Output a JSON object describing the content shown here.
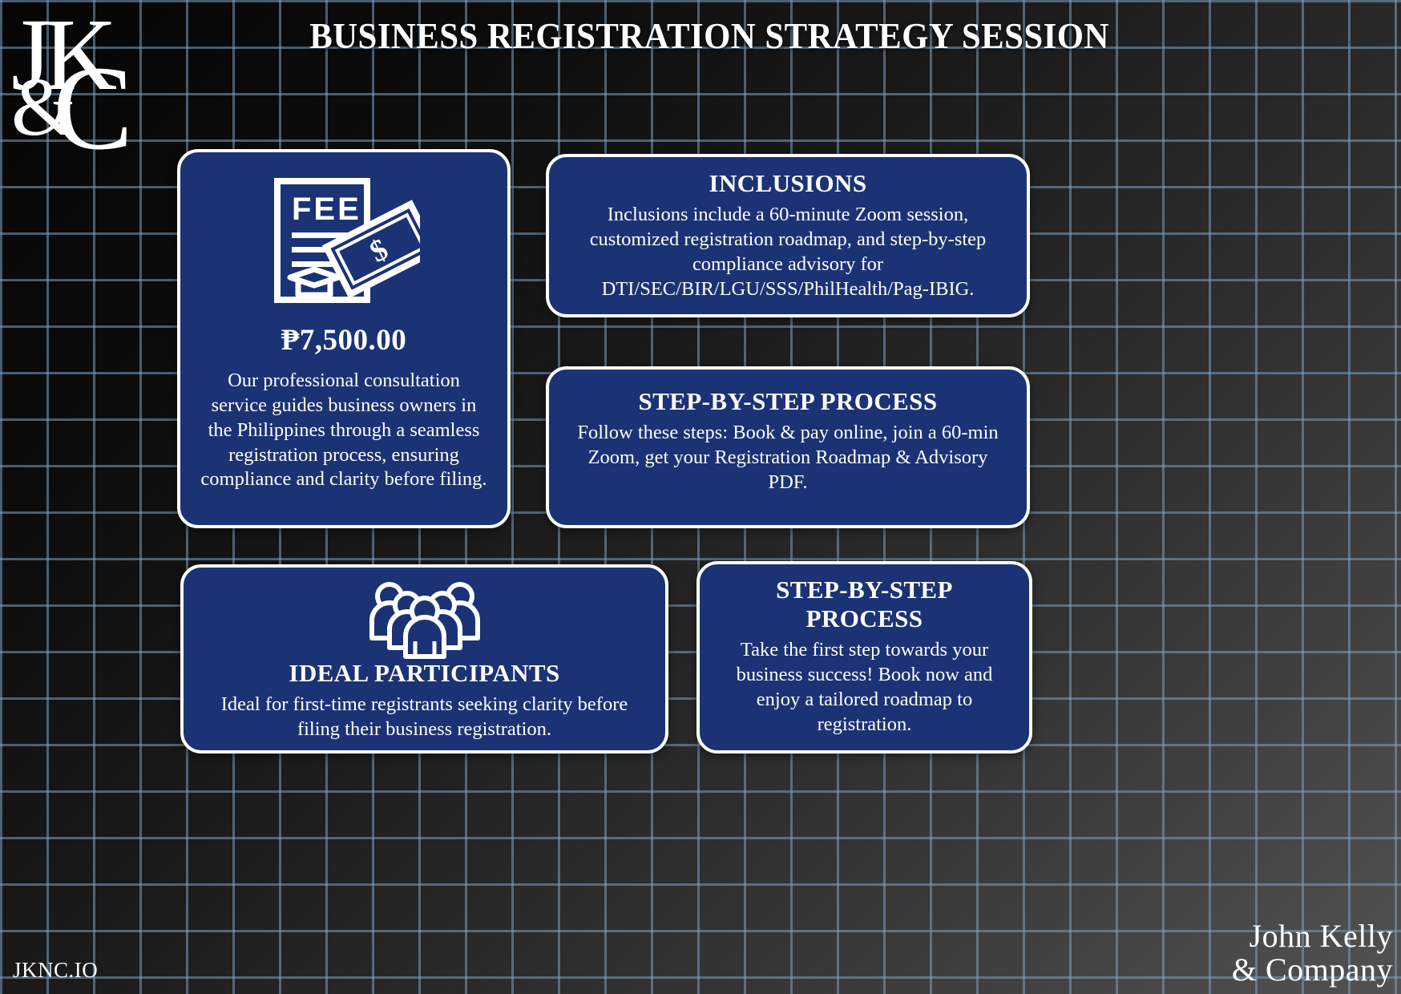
{
  "header": {
    "logo_line1": "JK",
    "logo_amp": "&",
    "logo_c": "C",
    "title": "BUSINESS REGISTRATION STRATEGY SESSION"
  },
  "colors": {
    "card_blue": "#1b3375",
    "card_border": "#ffffff",
    "grid_line": "#7da0be",
    "background_dark": "#0a0a0a",
    "text": "#ffffff"
  },
  "cards": {
    "fee": {
      "icon": "fee-document-money-icon",
      "price": "₱7,500.00",
      "body": "Our professional consultation service guides business owners in the Philippines through a seamless registration process, ensuring compliance and clarity before filing."
    },
    "inclusions": {
      "title": "INCLUSIONS",
      "body": "Inclusions include a 60-minute Zoom session, customized registration roadmap, and step-by-step compliance advisory for DTI/SEC/BIR/LGU/SSS/PhilHealth/Pag-IBIG."
    },
    "process": {
      "title": "STEP-BY-STEP PROCESS",
      "body": "Follow these steps: Book & pay online, join a 60-min Zoom, get your Registration Roadmap & Advisory PDF."
    },
    "participants": {
      "icon": "group-of-people-icon",
      "title": "IDEAL PARTICIPANTS",
      "body": "Ideal for first-time registrants seeking clarity before filing their business registration."
    },
    "cta": {
      "title": "STEP-BY-STEP PROCESS",
      "body": "Take the first step towards your business success! Book now and enjoy a tailored roadmap to registration."
    }
  },
  "footer": {
    "site": "JKNC.IO",
    "brand_line1": "John Kelly",
    "brand_line2": "& Company"
  }
}
